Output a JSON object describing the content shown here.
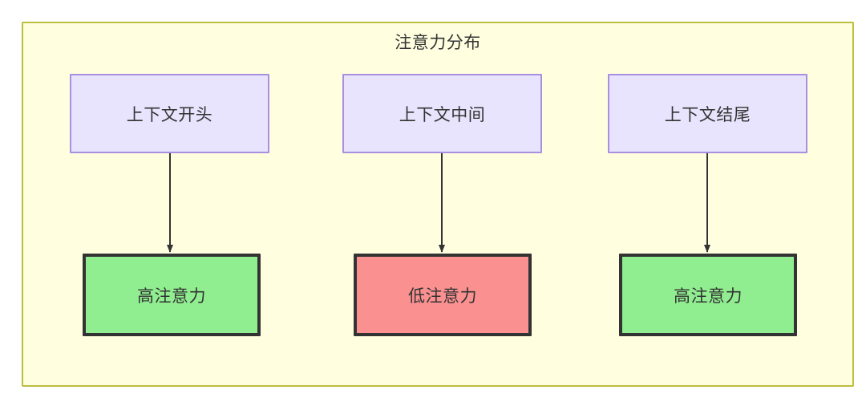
{
  "diagram": {
    "title": "注意力分布",
    "container_bg": "#ffffe0",
    "container_border": "#bdbd3f",
    "nodes": {
      "sources": [
        {
          "id": "context-start",
          "label": "上下文开头",
          "fill": "#e8e4fd",
          "stroke": "#a98fe0"
        },
        {
          "id": "context-middle",
          "label": "上下文中间",
          "fill": "#e8e4fd",
          "stroke": "#a98fe0"
        },
        {
          "id": "context-end",
          "label": "上下文结尾",
          "fill": "#e8e4fd",
          "stroke": "#a98fe0"
        }
      ],
      "results": [
        {
          "id": "high-attention-start",
          "label": "高注意力",
          "fill": "#90ee90",
          "stroke": "#333333"
        },
        {
          "id": "low-attention-middle",
          "label": "低注意力",
          "fill": "#fa9090",
          "stroke": "#333333"
        },
        {
          "id": "high-attention-end",
          "label": "高注意力",
          "fill": "#90ee90",
          "stroke": "#333333"
        }
      ]
    },
    "edges": [
      {
        "from": "context-start",
        "to": "high-attention-start",
        "label": "",
        "style": "solid-arrow"
      },
      {
        "from": "context-middle",
        "to": "low-attention-middle",
        "label": "",
        "style": "solid-arrow"
      },
      {
        "from": "context-end",
        "to": "high-attention-end",
        "label": "",
        "style": "solid-arrow"
      }
    ],
    "edge_color": "#333333"
  }
}
